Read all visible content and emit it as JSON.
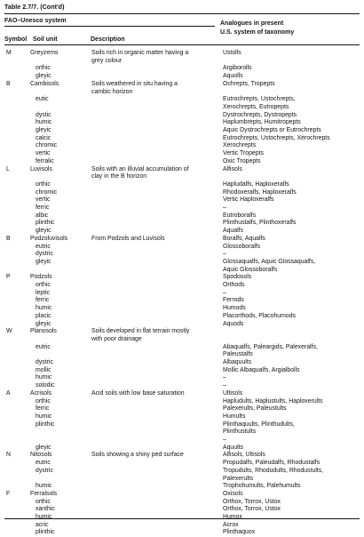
{
  "caption": "Table 2.7/7. (Cont'd)",
  "header": {
    "system_title": "FAO–Unesco system",
    "col_symbol": "Symbol",
    "col_unit": "Soil unit",
    "col_description": "Description",
    "col_analogues_line1": "Analogues in present",
    "col_analogues_line2": "U.S. system of taxonomy"
  },
  "rows": [
    {
      "line": 0,
      "symbol": "M",
      "unit": "Greyzems",
      "description": "Soils rich in organic matter having a",
      "analogue": "Ustolls"
    },
    {
      "line": 1,
      "description": "grey colour"
    },
    {
      "line": 2,
      "sub": "orthic",
      "analogue": "Argiborolls"
    },
    {
      "line": 3,
      "sub": "gleyic",
      "analogue": "Aquolls"
    },
    {
      "line": 4,
      "symbol": "B",
      "unit": "Cambisols",
      "description": "Soils weathered in situ having a",
      "analogue": "Ochrepts, Tropepts"
    },
    {
      "line": 5,
      "description": "cambic horizon"
    },
    {
      "line": 6,
      "sub": "eutic",
      "analogue": "Eutrochrepts, Ustochrepts,"
    },
    {
      "line": 7,
      "analogue": "Xerochrepts, Eutropepts"
    },
    {
      "line": 8,
      "sub": "dystic",
      "analogue": "Dystrochrepts, Dystropepts"
    },
    {
      "line": 9,
      "sub": "humic",
      "analogue": "Haplumbrepts, Humitropepts"
    },
    {
      "line": 10,
      "sub": "gleyic",
      "analogue": "Aquic Dystrochrepts or Eutrochrepts"
    },
    {
      "line": 11,
      "sub": "calcic",
      "analogue": "Eutrochrepts, Ustochrepts, Xerochrepts"
    },
    {
      "line": 12,
      "sub": "chromic",
      "analogue": "Xerochrepts"
    },
    {
      "line": 13,
      "sub": "vertic",
      "analogue": "Vertic Tropepts"
    },
    {
      "line": 14,
      "sub": "ferralic",
      "analogue": "Oxic Tropepts"
    },
    {
      "line": 15,
      "symbol": "L",
      "unit": "Luvisols",
      "description": "Soils with an illuvial accumulation of",
      "analogue": "Alfisols"
    },
    {
      "line": 16,
      "description": "clay in the B horizon"
    },
    {
      "line": 17,
      "sub": "orthic",
      "analogue": "Hapludalfs, Haploxeralfs"
    },
    {
      "line": 18,
      "sub": "chromic",
      "analogue": "Rhodoxeralfs, Haploxeralfs"
    },
    {
      "line": 19,
      "sub": "vertic",
      "analogue": "Vertic Haploxeralfs"
    },
    {
      "line": 20,
      "sub": "ferric",
      "analogue": "–"
    },
    {
      "line": 21,
      "sub": "albic",
      "analogue": "Eutroboralfs"
    },
    {
      "line": 22,
      "sub": "plinthic",
      "analogue": "Plinthustalfs, Plinthoxeralfs"
    },
    {
      "line": 23,
      "sub": "gleyic",
      "analogue": "Aqualfs"
    },
    {
      "line": 24,
      "symbol": "B",
      "unit": "Podzoluvisols",
      "description": "From Podzols and Luvisols",
      "analogue": "Boralfs, Aqualfs"
    },
    {
      "line": 25,
      "sub": "eutric",
      "analogue": "Glossoboralfs"
    },
    {
      "line": 26,
      "sub": "dystric",
      "analogue": "–"
    },
    {
      "line": 27,
      "sub": "gleyic",
      "analogue": "Glossaqualfs, Aquic Glossaqualfs,"
    },
    {
      "line": 28,
      "analogue": "Aquic Glossoboralfs"
    },
    {
      "line": 29,
      "symbol": "P",
      "unit": "Podzols",
      "analogue": "Spodosols"
    },
    {
      "line": 30,
      "sub": "orthic",
      "analogue": "Orthods"
    },
    {
      "line": 31,
      "sub": "leptic",
      "analogue": "–"
    },
    {
      "line": 32,
      "sub": "ferric",
      "analogue": "Ferrods"
    },
    {
      "line": 33,
      "sub": "humic",
      "analogue": "Humods"
    },
    {
      "line": 34,
      "sub": "placic",
      "analogue": "Placorthods, Placohumods"
    },
    {
      "line": 35,
      "sub": "gleyic",
      "analogue": "Aquods"
    },
    {
      "line": 36,
      "symbol": "W",
      "unit": "Planosols",
      "description": "Soils developed in flat terrain mostly"
    },
    {
      "line": 37,
      "description": "with poor drainage"
    },
    {
      "line": 38,
      "sub": "eutric",
      "analogue": "Abaqualfs, Paleargids, Palexeralfs,"
    },
    {
      "line": 39,
      "analogue": "Paleustalfs"
    },
    {
      "line": 40,
      "sub": "dystric",
      "analogue": "Albaquults"
    },
    {
      "line": 41,
      "sub": "mollic",
      "analogue": "Mollic Albaqualfs, Argialbolls"
    },
    {
      "line": 42,
      "sub": "humic",
      "analogue": "–"
    },
    {
      "line": 43,
      "sub": "solodic",
      "analogue": "–"
    },
    {
      "line": 44,
      "symbol": "A",
      "unit": "Acrisols",
      "description": "Acid soils with low base saturation",
      "analogue": "Ultisols"
    },
    {
      "line": 45,
      "sub": "orthic",
      "analogue": "Hapludults, Haplustults, Haploxerults"
    },
    {
      "line": 46,
      "sub": "ferric",
      "analogue": "Palexerults, Paleustults"
    },
    {
      "line": 47,
      "sub": "humic",
      "analogue": "Humults"
    },
    {
      "line": 48,
      "sub": "plinthic",
      "analogue": "Plinthaquults, Plinthudults,"
    },
    {
      "line": 49,
      "analogue": "Plinthustults"
    },
    {
      "line": 50,
      "analogue": "–"
    },
    {
      "line": 51,
      "sub": "gleyic",
      "analogue": "Aquults"
    },
    {
      "line": 52,
      "symbol": "N",
      "unit": "Nitosols",
      "description": "Soils showing a shiny ped surface",
      "analogue": "Alfisols, Ultisols"
    },
    {
      "line": 53,
      "sub": "eutric",
      "analogue": "Propudalfs, Paleudalfs, Rhodustalfs"
    },
    {
      "line": 54,
      "sub": "dystric",
      "analogue": "Tropudults, Rhodudults, Rhodustults,"
    },
    {
      "line": 55,
      "analogue": "Palexerults"
    },
    {
      "line": 56,
      "sub": "humic",
      "analogue": "Trophohumults, Palehumults"
    },
    {
      "line": 57,
      "symbol": "F",
      "unit": "Ferralsols",
      "analogue": "Oxisols"
    },
    {
      "line": 58,
      "sub": "orthic",
      "analogue": "Orthox, Torrox, Ustox"
    },
    {
      "line": 59,
      "sub": "xanthic",
      "analogue": "Orthox, Torrox, Ustox"
    },
    {
      "line": 60,
      "sub": "humic",
      "analogue": "Humox"
    },
    {
      "line": 61,
      "sub": "acric",
      "analogue": "Acrox"
    },
    {
      "line": 62,
      "sub": "plinthic",
      "analogue": "Plinthaquox"
    }
  ]
}
